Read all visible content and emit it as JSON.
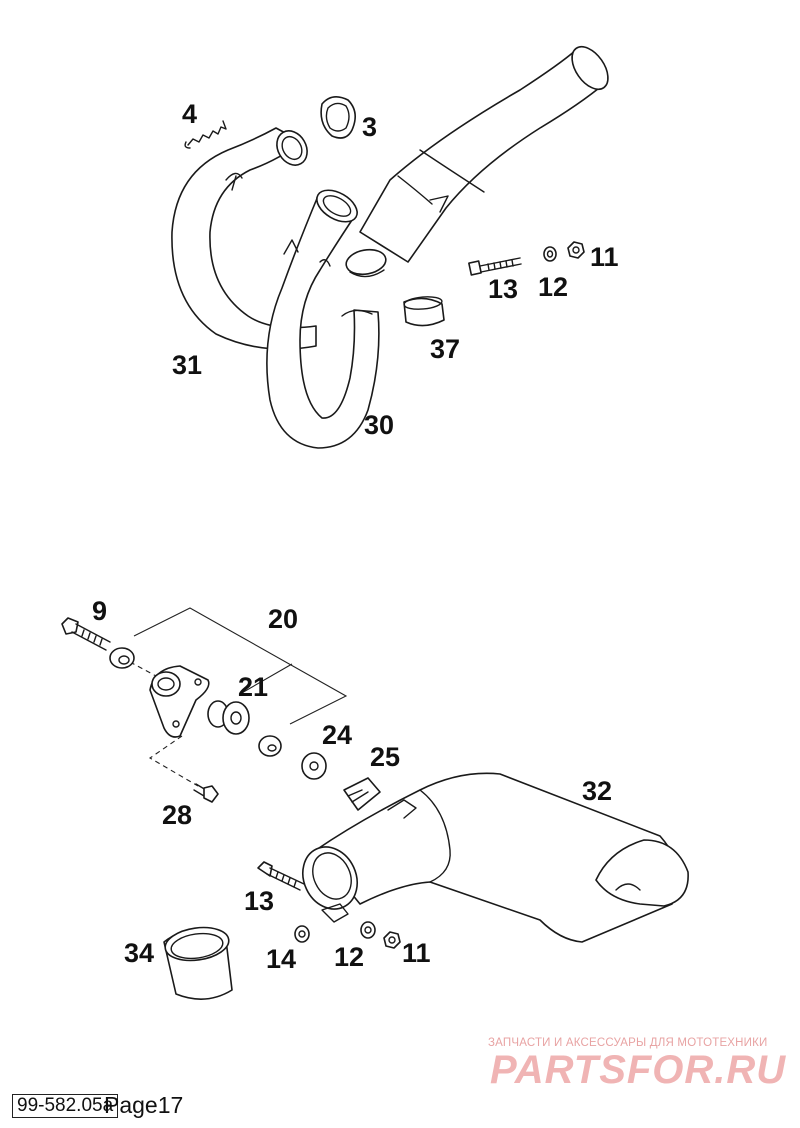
{
  "callouts": {
    "c4": "4",
    "c3": "3",
    "c11a": "11",
    "c13a": "13",
    "c12a": "12",
    "c37": "37",
    "c31": "31",
    "c30": "30",
    "c9": "9",
    "c20": "20",
    "c21": "21",
    "c24": "24",
    "c25": "25",
    "c32": "32",
    "c28": "28",
    "c13b": "13",
    "c34": "34",
    "c14": "14",
    "c12b": "12",
    "c11b": "11"
  },
  "footer": {
    "code": "99-582.05a",
    "page": "Page17"
  },
  "watermark": {
    "tagline": "ЗАПЧАСТИ И АКСЕССУАРЫ ДЛЯ МОТОТЕХНИКИ",
    "brand": "PARTSFOR.RU"
  }
}
